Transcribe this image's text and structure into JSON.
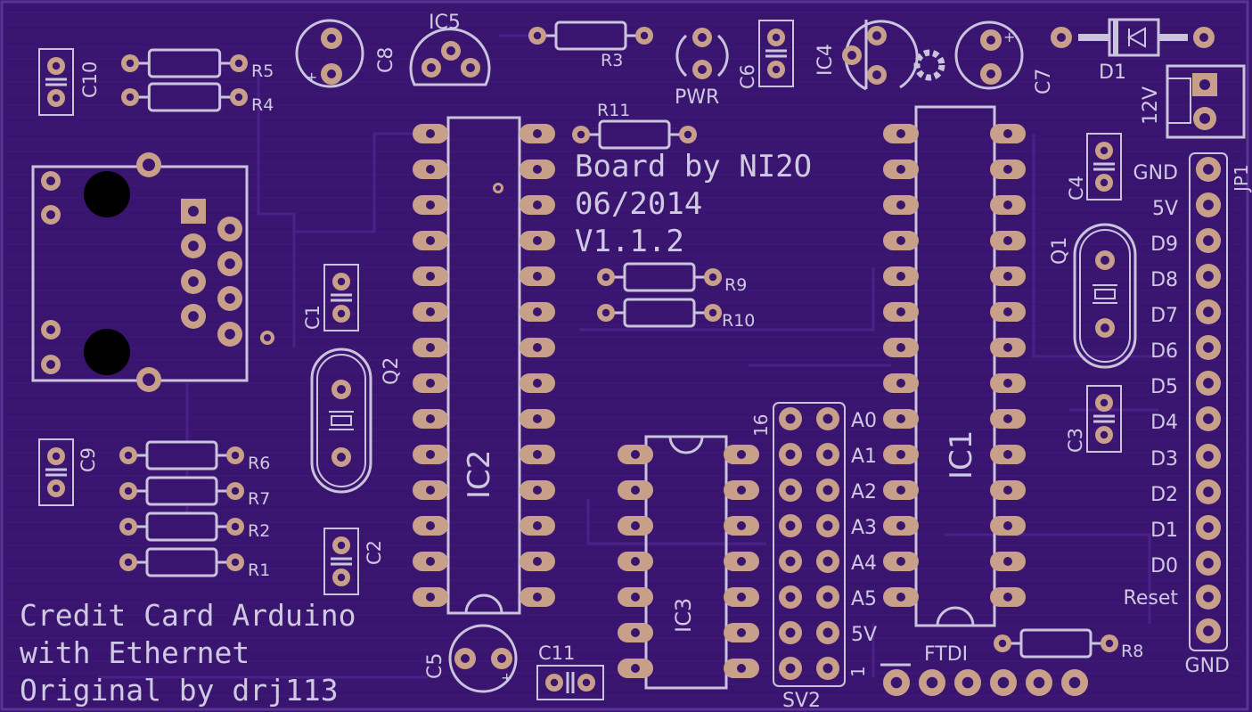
{
  "title_block": {
    "line1": "Board by NI2O",
    "line2": "06/2014",
    "line3": "V1.1.2"
  },
  "footer_text": {
    "line1": "Credit Card Arduino",
    "line2": "with Ethernet",
    "line3": "Original by drj113"
  },
  "refs": {
    "ic1": "IC1",
    "ic2": "IC2",
    "ic3": "IC3",
    "ic4": "IC4",
    "ic5": "IC5",
    "c1": "C1",
    "c2": "C2",
    "c3": "C3",
    "c4": "C4",
    "c5": "C5",
    "c6": "C6",
    "c7": "C7",
    "c8": "C8",
    "c9": "C9",
    "c10": "C10",
    "c11": "C11",
    "r1": "R1",
    "r2": "R2",
    "r3": "R3",
    "r4": "R4",
    "r5": "R5",
    "r6": "R6",
    "r7": "R7",
    "r8": "R8",
    "r9": "R9",
    "r10": "R10",
    "r11": "R11",
    "q1": "Q1",
    "q2": "Q2",
    "d1": "D1",
    "jp1": "JP1",
    "sv2": "SV2",
    "pwr": "PWR",
    "ftdi": "FTDI",
    "v12": "12V",
    "pin16": "16",
    "pin1": "1"
  },
  "header_pins": [
    "GND",
    "5V",
    "D9",
    "D8",
    "D7",
    "D6",
    "D5",
    "D4",
    "D3",
    "D2",
    "D1",
    "D0",
    "Reset",
    "GND"
  ],
  "sv2_pins": [
    "A0",
    "A1",
    "A2",
    "A3",
    "A4",
    "A5",
    "5V"
  ],
  "colors": {
    "board": "#3a1570",
    "silkscreen": "#c9c4dc",
    "copper_pad": "#c8a08a",
    "trace": "#4b2189"
  }
}
